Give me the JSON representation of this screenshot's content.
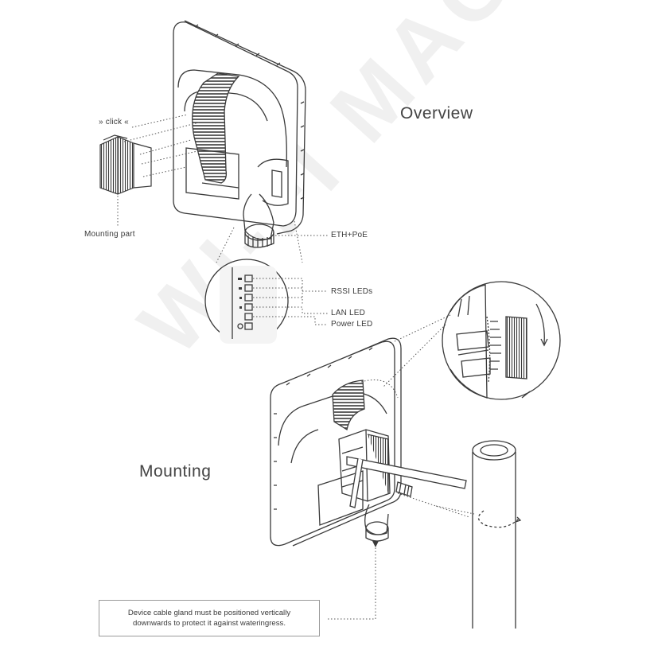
{
  "headings": {
    "overview": "Overview",
    "mounting": "Mounting"
  },
  "labels": {
    "click": "» click «",
    "mounting_part": "Mounting part",
    "eth_poe": "ETH+PoE",
    "rssi_leds": "RSSI LEDs",
    "lan_led": "LAN LED",
    "power_led": "Power LED"
  },
  "note": {
    "line1": "Device cable gland must be positioned vertically",
    "line2": "downwards to protect it against wateringress."
  },
  "watermark": "WI-FI MAG",
  "colors": {
    "line": "#3a3a3a",
    "dash": "#555555",
    "panel_fill": "#f4f4f4"
  }
}
